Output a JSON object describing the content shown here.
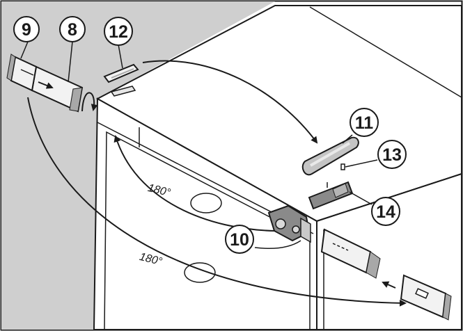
{
  "diagram": {
    "callouts": [
      {
        "id": "c9",
        "label": "9"
      },
      {
        "id": "c8",
        "label": "8"
      },
      {
        "id": "c12",
        "label": "12"
      },
      {
        "id": "c11",
        "label": "11"
      },
      {
        "id": "c13",
        "label": "13"
      },
      {
        "id": "c14",
        "label": "14"
      },
      {
        "id": "c10",
        "label": "10"
      }
    ],
    "rotation_labels": [
      "180°",
      "180°"
    ],
    "colors": {
      "outline": "#1a1a1a",
      "background": "#ffffff",
      "side_panel": "#cfcfcf",
      "part_fill": "#f2f2f2",
      "part_shade": "#a8a8a8",
      "hinge_fill": "#8a8a8a"
    }
  }
}
